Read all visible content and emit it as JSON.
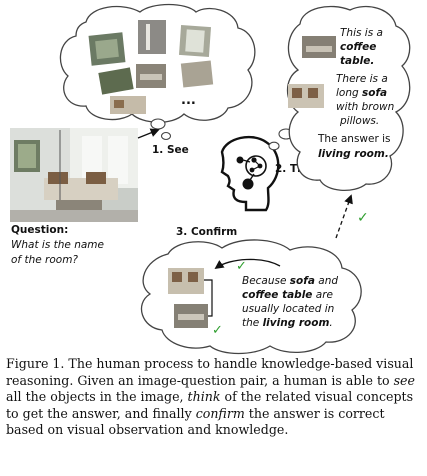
{
  "figure": {
    "steps": {
      "see": "1. See",
      "think": "2. Think",
      "confirm": "3. Confirm"
    },
    "ellipsis": "...",
    "question": {
      "label": "Question:",
      "line1": "What is the name",
      "line2": "of the room?"
    },
    "thought": {
      "t1a": "This is a",
      "t1b": "coffee",
      "t1c": "table.",
      "t2a": "There is a",
      "t2b_pre": "long ",
      "t2b_bold": "sofa",
      "t2c": "with brown",
      "t2d": "pillows.",
      "t3a": "The answer is",
      "t3b": "living room."
    },
    "confirm_text": {
      "l1_pre": "Because ",
      "l1_bold": "sofa",
      "l1_post": " and",
      "l2_bold": "coffee table",
      "l2_post": " are",
      "l3": "usually located in",
      "l4_pre": "the ",
      "l4_bold": "living room",
      "l4_post": "."
    },
    "check_mark": "✓",
    "colors": {
      "check": "#2e9e2e",
      "ink": "#111111"
    }
  },
  "caption": {
    "p1": "Figure 1. The human process to handle knowledge-based visual reasoning. Given an image-question pair, a human is able to ",
    "see": "see",
    "p2": " all the objects in the image, ",
    "think": "think",
    "p3": " of the related visual concepts to get the answer, and finally ",
    "confirm": "confirm",
    "p4": " the answer is correct based on visual observation and knowledge."
  }
}
